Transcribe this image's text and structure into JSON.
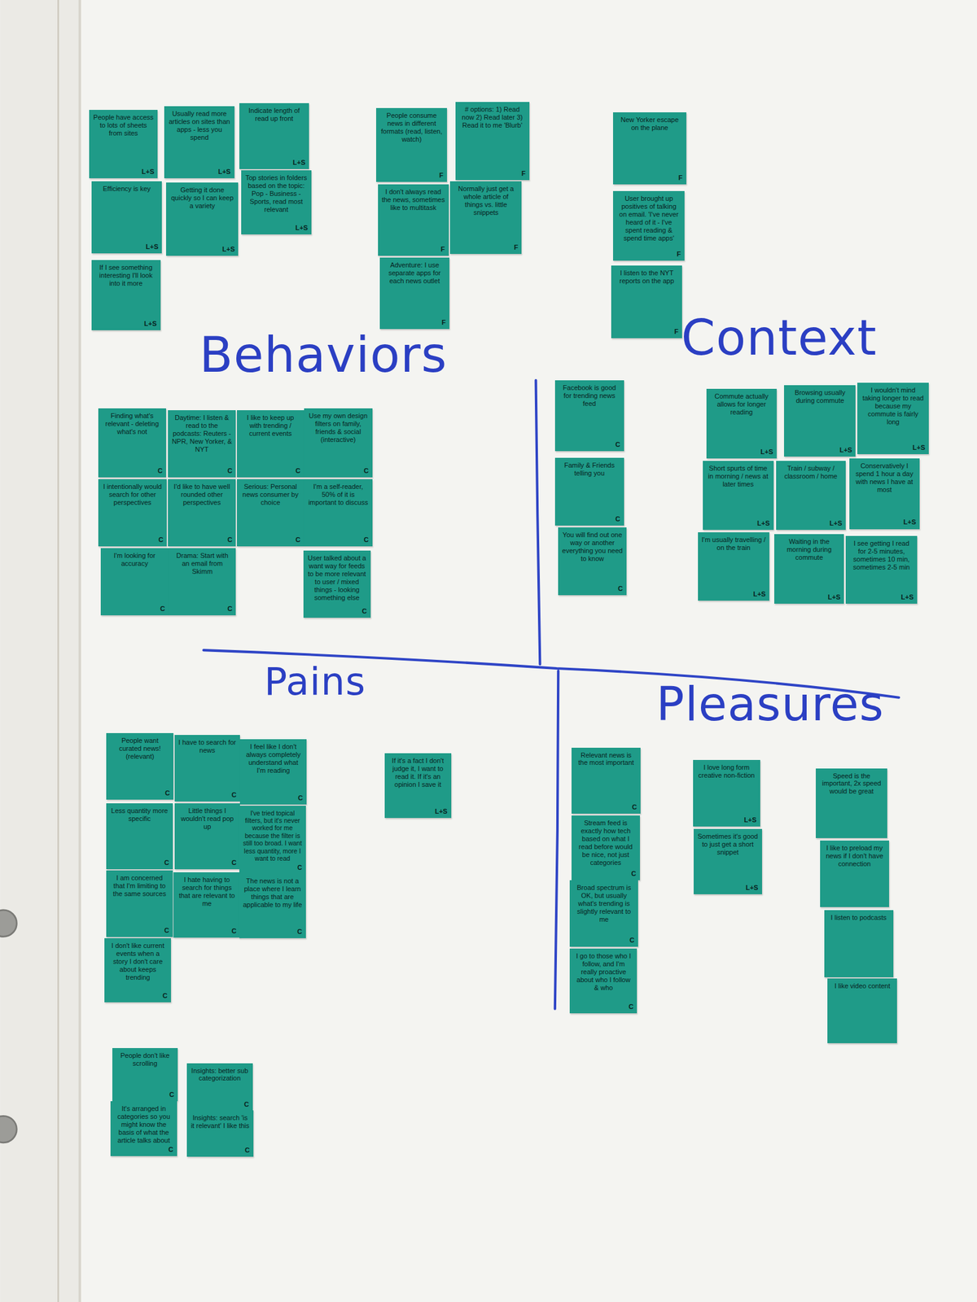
{
  "diagram": {
    "nodes": [
      {
        "text": [
          "People have access to lots of sheets from sites",
          "L+S"
        ]
      },
      {
        "text": [
          "Usually read more articles on sites than apps - less you spend",
          "L+S"
        ]
      },
      {
        "text": [
          "Indicate length of read up front",
          "L+S"
        ]
      },
      {
        "text": [
          "Top stories in folders based on the topic: Pop - Business - Sports, read most relevant",
          "L+S"
        ]
      },
      {
        "text": [
          "Efficiency is key",
          "L+S"
        ]
      },
      {
        "text": [
          "Getting it done quickly so I can keep a variety",
          "L+S"
        ]
      },
      {
        "text": [
          "If I see something interesting I'll look into it more",
          "L+S"
        ]
      },
      {
        "text": [
          "People consume news in different formats (read, listen, watch)",
          "F"
        ]
      },
      {
        "text": [
          "# options: 1) Read now 2) Read later 3) Read it to me 'Blurb'",
          "F"
        ]
      },
      {
        "text": [
          "I don't always read the news, sometimes like to multitask",
          "F"
        ]
      },
      {
        "text": [
          "Normally just get a whole article of things vs. little snippets",
          "F"
        ]
      },
      {
        "text": [
          "Adventure: I use separate apps for each news outlet",
          "F"
        ]
      },
      {
        "text": [
          "New Yorker escape on the plane",
          "F"
        ]
      },
      {
        "text": [
          "User brought up positives of talking on email. 'I've never heard of it - I've spent reading & spend time apps'",
          "F"
        ]
      },
      {
        "text": [
          "I listen to the NYT reports on the app",
          "F"
        ]
      },
      {
        "text": [
          "Finding what's relevant - deleting what's not",
          "C"
        ]
      },
      {
        "text": [
          "Daytime: I listen & read to the podcasts: Reuters - NPR, New Yorker, & NYT",
          "C"
        ]
      },
      {
        "text": [
          "I like to keep up with trending / current events",
          "C"
        ]
      },
      {
        "text": [
          "Use my own design filters on family, friends & social (interactive)",
          "C"
        ]
      },
      {
        "text": [
          "I intentionally would search for other perspectives",
          "C"
        ]
      },
      {
        "text": [
          "I'd like to have well rounded other perspectives",
          "C"
        ]
      },
      {
        "text": [
          "Serious: Personal news consumer by choice",
          "C"
        ]
      },
      {
        "text": [
          "I'm a self-reader, 50% of it is important to discuss",
          "C"
        ]
      },
      {
        "text": [
          "I'm looking for accuracy",
          "C"
        ]
      },
      {
        "text": [
          "Drama: Start with an email from Skimm",
          "C"
        ]
      },
      {
        "text": [
          "User talked about a want way for feeds to be more relevant to user / mixed things - looking something else",
          "C"
        ]
      },
      {
        "text": [
          "Facebook is good for trending news feed",
          "C"
        ]
      },
      {
        "text": [
          "Family & Friends telling you",
          "C"
        ]
      },
      {
        "text": [
          "You will find out one way or another everything you need to know",
          "C"
        ]
      },
      {
        "text": [
          "Commute actually allows for longer reading",
          "L+S"
        ]
      },
      {
        "text": [
          "Browsing usually during commute",
          "L+S"
        ]
      },
      {
        "text": [
          "I wouldn't mind taking longer to read because my commute is fairly long",
          "L+S"
        ]
      },
      {
        "text": [
          "Short spurts of time in morning / news at later times",
          "L+S"
        ]
      },
      {
        "text": [
          "Train / subway / classroom / home",
          "L+S"
        ]
      },
      {
        "text": [
          "Conservatively I spend 1 hour a day with news I have at most",
          "L+S"
        ]
      },
      {
        "text": [
          "I'm usually travelling / on the train",
          "L+S"
        ]
      },
      {
        "text": [
          "Waiting in the morning during commute",
          "L+S"
        ]
      },
      {
        "text": [
          "I see getting I read for 2-5 minutes, sometimes 10 min, sometimes 2-5 min",
          "L+S"
        ]
      },
      {
        "text": [
          "People want curated news! (relevant)",
          "C"
        ]
      },
      {
        "text": [
          "I have to search for news",
          "C"
        ]
      },
      {
        "text": [
          "I feel like I don't always completely understand what I'm reading",
          "C"
        ]
      },
      {
        "text": [
          "Less quantity more specific",
          "C"
        ]
      },
      {
        "text": [
          "Little things I wouldn't read pop up",
          "C"
        ]
      },
      {
        "text": [
          "I've tried topical filters, but it's never worked for me because the filter is still too broad. I want less quantity, more I want to read",
          "C"
        ]
      },
      {
        "text": [
          "I am concerned that I'm limiting to the same sources",
          "C"
        ]
      },
      {
        "text": [
          "I hate having to search for things that are relevant to me",
          "C"
        ]
      },
      {
        "text": [
          "The news is not a place where I learn things that are applicable to my life",
          "C"
        ]
      },
      {
        "text": [
          "I don't like current events when a story I don't care about keeps trending",
          "C"
        ]
      },
      {
        "text": [
          "If it's a fact I don't judge it, I want to read it. If it's an opinion I save it",
          "L+S"
        ]
      },
      {
        "text": [
          "People don't like scrolling",
          "C"
        ]
      },
      {
        "text": [
          "It's arranged in categories so you might know the basis of what the article talks about",
          "C"
        ]
      },
      {
        "text": [
          "Insights: better sub categorization",
          "C"
        ]
      },
      {
        "text": [
          "Insights: search 'is it relevant' I like this",
          "C"
        ]
      },
      {
        "text": [
          "Relevant news is the most important",
          "C"
        ]
      },
      {
        "text": [
          "Stream feed is exactly how tech based on what I read before would be nice, not just categories",
          "C"
        ]
      },
      {
        "text": [
          "Broad spectrum is OK, but usually what's trending is slightly relevant to me",
          "C"
        ]
      },
      {
        "text": [
          "I go to those who I follow, and I'm really proactive about who I follow & who",
          "C"
        ]
      },
      {
        "text": [
          "I love long form creative non-fiction",
          "L+S"
        ]
      },
      {
        "text": [
          "Sometimes it's good to just get a short snippet",
          "L+S"
        ]
      },
      {
        "text": [
          "Speed is the important, 2x speed would be great"
        ]
      },
      {
        "text": [
          "I like to preload my news if I don't have connection"
        ]
      },
      {
        "text": [
          "I listen to podcasts"
        ]
      },
      {
        "text": [
          "I like video content"
        ]
      }
    ],
    "labels": [
      "Behaviors",
      "Context",
      "Pains",
      "Pleasures"
    ]
  }
}
